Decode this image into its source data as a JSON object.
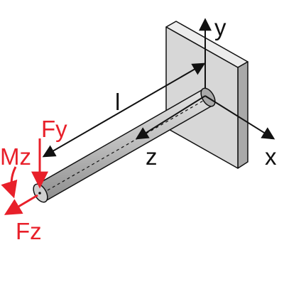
{
  "labels": {
    "y_axis": "y",
    "x_axis": "x",
    "z_axis": "z",
    "length": "l",
    "force_y": "Fy",
    "moment_z": "Mz",
    "force_z": "Fz"
  },
  "colors": {
    "axis": "#111111",
    "load": "#e8202a",
    "wall_front": "#d7d7d7",
    "wall_side": "#a9a9a9",
    "wall_top": "#ececec",
    "beam_body": "#bcbcbc",
    "beam_end": "#d0d0d0"
  }
}
